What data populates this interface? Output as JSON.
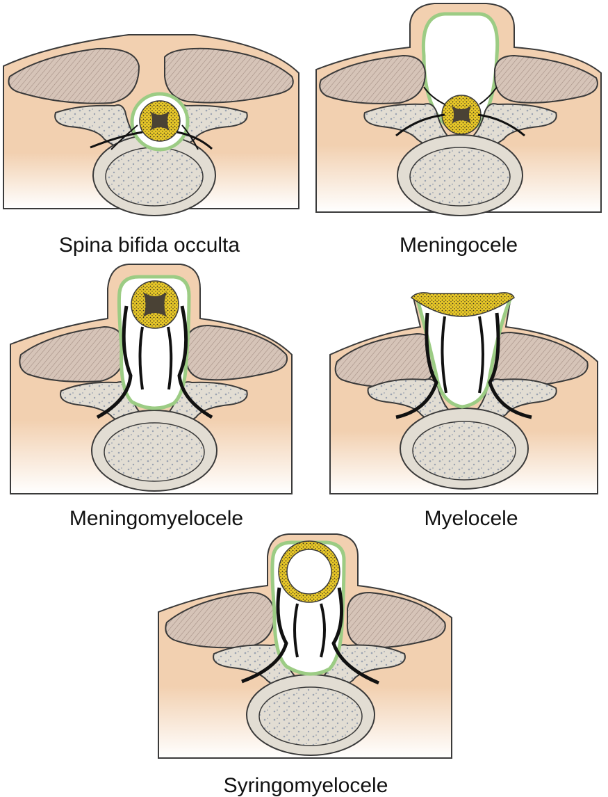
{
  "figure": {
    "panels": [
      {
        "id": "spina-bifida-occulta",
        "label": "Spina bifida occulta"
      },
      {
        "id": "meningocele",
        "label": "Meningocele"
      },
      {
        "id": "meningomyelocele",
        "label": "Meningomyelocele"
      },
      {
        "id": "myelocele",
        "label": "Myelocele"
      },
      {
        "id": "syringomyelocele",
        "label": "Syringomyelocele"
      }
    ]
  },
  "colors": {
    "skin": "#f2d0b0",
    "skin_fade": "#ffffff",
    "outline": "#3a3a3a",
    "muscle": "#d4c2b6",
    "bone": "#e2ddd3",
    "bone_dots": "#8e98a8",
    "dura": "#9ccc84",
    "cord": "#e6c62a",
    "cord_dark": "#4a4235",
    "nerve": "#111111",
    "csf": "#ffffff"
  }
}
